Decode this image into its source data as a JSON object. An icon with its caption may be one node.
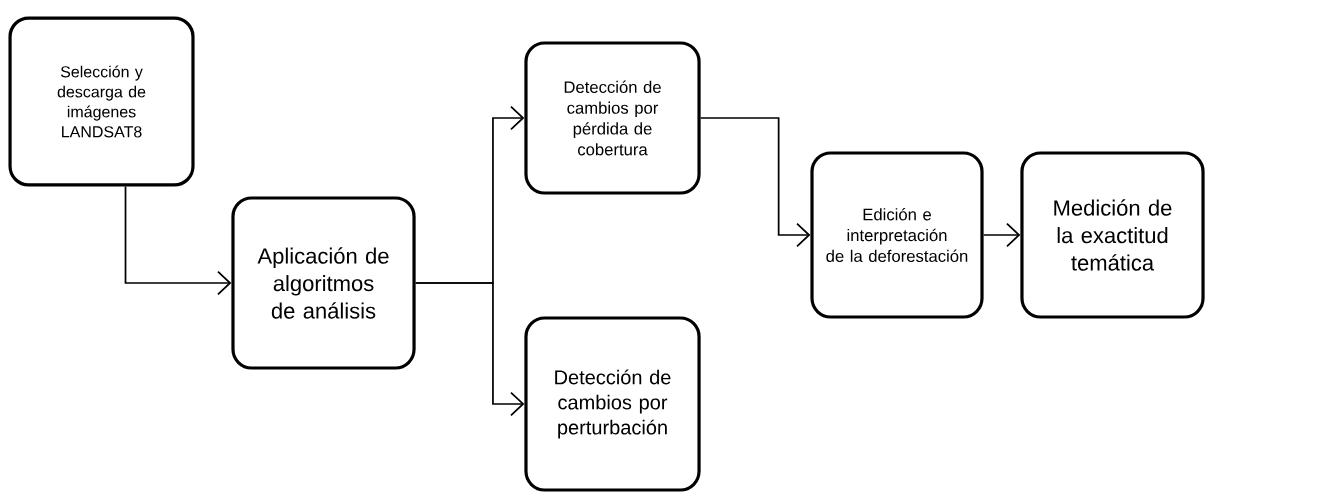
{
  "diagram": {
    "nodes": [
      {
        "text": [
          "Selección y descarga de imágenes LANDSAT8"
        ]
      },
      {
        "text": [
          "Aplicación de algoritmos de análisis"
        ]
      },
      {
        "text": [
          "Detección de cambios por pérdida de cobertura"
        ]
      },
      {
        "text": [
          "Detección de cambios por perturbación"
        ]
      },
      {
        "text": [
          "Edición e interpretación de la deforestación"
        ]
      },
      {
        "text": [
          "Medición de la exactitud temática"
        ]
      }
    ],
    "edges": [
      {
        "from": 0,
        "to": 1,
        "arrow": "to"
      },
      {
        "from": 1,
        "to": 2,
        "arrow": "to"
      },
      {
        "from": 1,
        "to": 3,
        "arrow": "to"
      },
      {
        "from": 2,
        "to": 4,
        "arrow": "to"
      },
      {
        "from": 4,
        "to": 5,
        "arrow": "to"
      }
    ]
  }
}
